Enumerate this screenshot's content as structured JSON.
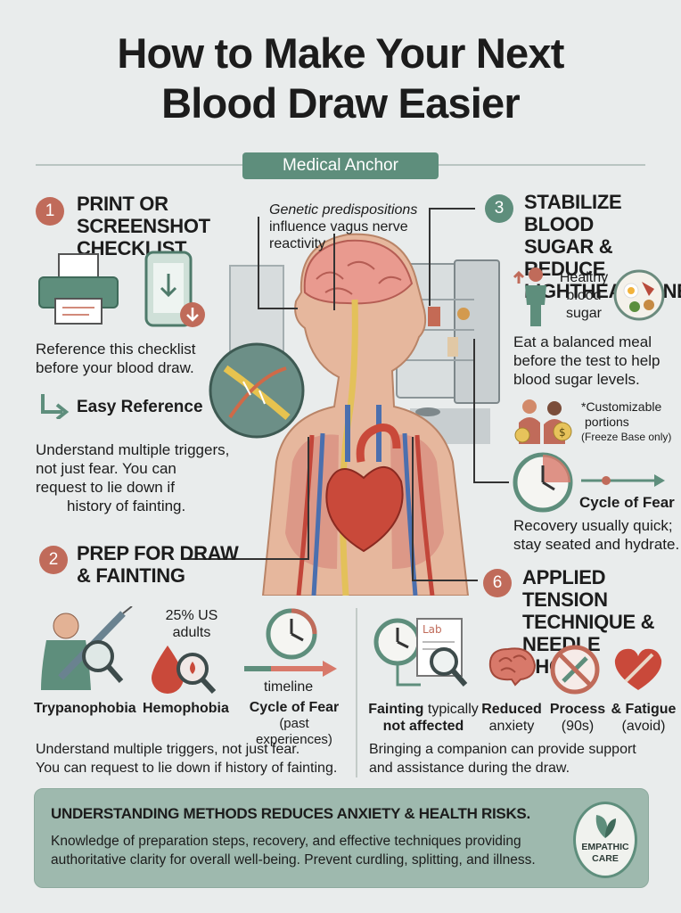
{
  "header": {
    "title_line1": "How to Make Your Next",
    "title_line2": "Blood Draw Easier",
    "tag": "Medical Anchor"
  },
  "sections": {
    "s1": {
      "number": "1",
      "title_line1": "PRINT OR SCREENSHOT",
      "title_line2": "CHECKLIST",
      "ref_line1": "Reference this checklist",
      "ref_line2": "before your blood draw.",
      "easy_reference": "Easy Reference",
      "body_line1": "Understand multiple triggers,",
      "body_line2": "not just fear. You can",
      "body_line3": "request to lie down if",
      "body_line4": "history of fainting."
    },
    "s2": {
      "number": "2",
      "title_line1": "PREP FOR DRAW",
      "title_line2": "& FAINTING",
      "stat_line1": "25% US",
      "stat_line2": "adults",
      "timeline": "timeline",
      "labels": {
        "trypanophobia": "Trypanophobia",
        "hemophobia": "Hemophobia",
        "cycle": "Cycle of Fear",
        "cycle_sub": "(past experiences)"
      },
      "body_line1": "Understand multiple triggers, not just fear.",
      "body_line2": "You can request to lie down if history of fainting."
    },
    "s3": {
      "number": "3",
      "title_line1": "STABILIZE BLOOD",
      "title_line2": "SUGAR & REDUCE",
      "title_line3": "LIGHTHEADEDNESS",
      "healthy_line1": "Healthy",
      "healthy_line2": "blood",
      "healthy_line3": "sugar",
      "body_line1": "Eat a balanced meal",
      "body_line2": "before the test to help",
      "body_line3": "blood sugar levels.",
      "custom_line1": "*Customizable",
      "custom_line2": "portions",
      "custom_line3": "(Freeze Base only)",
      "cycle": "Cycle of Fear",
      "recovery_line1": "Recovery usually quick;",
      "recovery_line2": "stay seated and hydrate."
    },
    "s6": {
      "number": "6",
      "title_line1": "APPLIED TENSION",
      "title_line2": "TECHNIQUE &",
      "title_line3": "NEEDLE PHOBIA",
      "lab": "Lab",
      "labels": {
        "fainting_a": "Fainting",
        "fainting_b": "typically",
        "fainting_c": "not affected",
        "reduced_a": "Reduced",
        "reduced_b": "anxiety",
        "process_a": "Process",
        "process_b": "(90s)",
        "fatigue_a": "& Fatigue",
        "fatigue_b": "(avoid)"
      },
      "body_line1": "Bringing a companion can provide support",
      "body_line2": "and assistance during the draw."
    }
  },
  "anatomy": {
    "genetic_line1": "Genetic predispositions",
    "genetic_line2": "influence vagus nerve",
    "genetic_line3": "reactivity"
  },
  "footer": {
    "headline": "UNDERSTANDING METHODS REDUCES ANXIETY & HEALTH RISKS.",
    "body_line1": "Knowledge of preparation steps, recovery, and effective techniques providing",
    "body_line2": "authoritative clarity for overall well-being. Prevent curdling, splitting, and illness.",
    "badge_line1": "EMPATHIC",
    "badge_line2": "CARE"
  },
  "icons": [
    "printer-icon",
    "phone-download-icon",
    "arrow-icon",
    "dna-icon",
    "person-icon",
    "syringe-icon",
    "magnifier-icon",
    "blood-drop-icon",
    "clock-icon",
    "arrow-right-icon",
    "food-plate-icon",
    "family-icon",
    "lab-report-icon",
    "brain-icon",
    "no-needle-icon",
    "heart-needle-icon",
    "leaf-icon",
    "heart-anatomy-icon",
    "refrigerator-icon"
  ],
  "colors": {
    "accent_green": "#5e8e7c",
    "accent_red": "#c06b5a",
    "panel": "#9eb9ae",
    "background": "#e9ecec"
  }
}
